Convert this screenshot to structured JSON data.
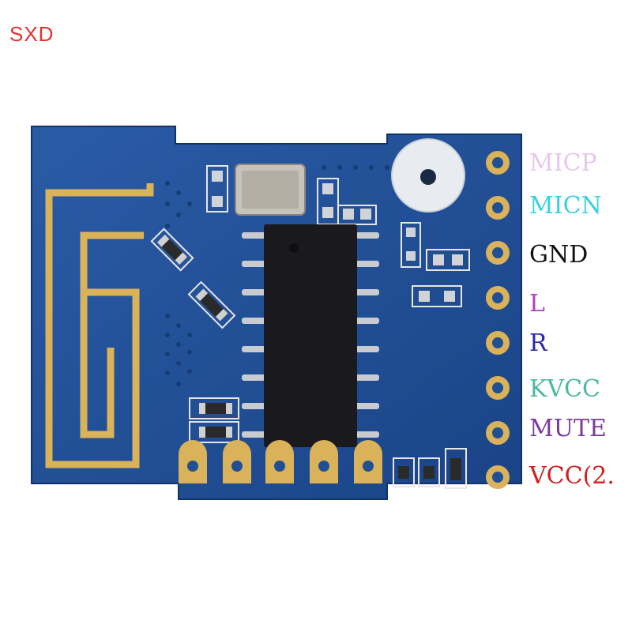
{
  "watermark": "SXD",
  "pins": [
    {
      "label": "MICP",
      "color": "#e6c8ec"
    },
    {
      "label": "MICN",
      "color": "#3ad0e0"
    },
    {
      "label": "GND",
      "color": "#111111"
    },
    {
      "label": "L",
      "color": "#b040c0"
    },
    {
      "label": "R",
      "color": "#2a2aa8"
    },
    {
      "label": "KVCC",
      "color": "#4db8a0"
    },
    {
      "label": "MUTE",
      "color": "#7a3a9a"
    },
    {
      "label": "VCC(2.",
      "color": "#d02020"
    }
  ],
  "colors": {
    "pcb": "#1f4f94",
    "pcb_dark": "#163c76",
    "gold": "#d9b25a",
    "chip": "#1a1a1e"
  }
}
